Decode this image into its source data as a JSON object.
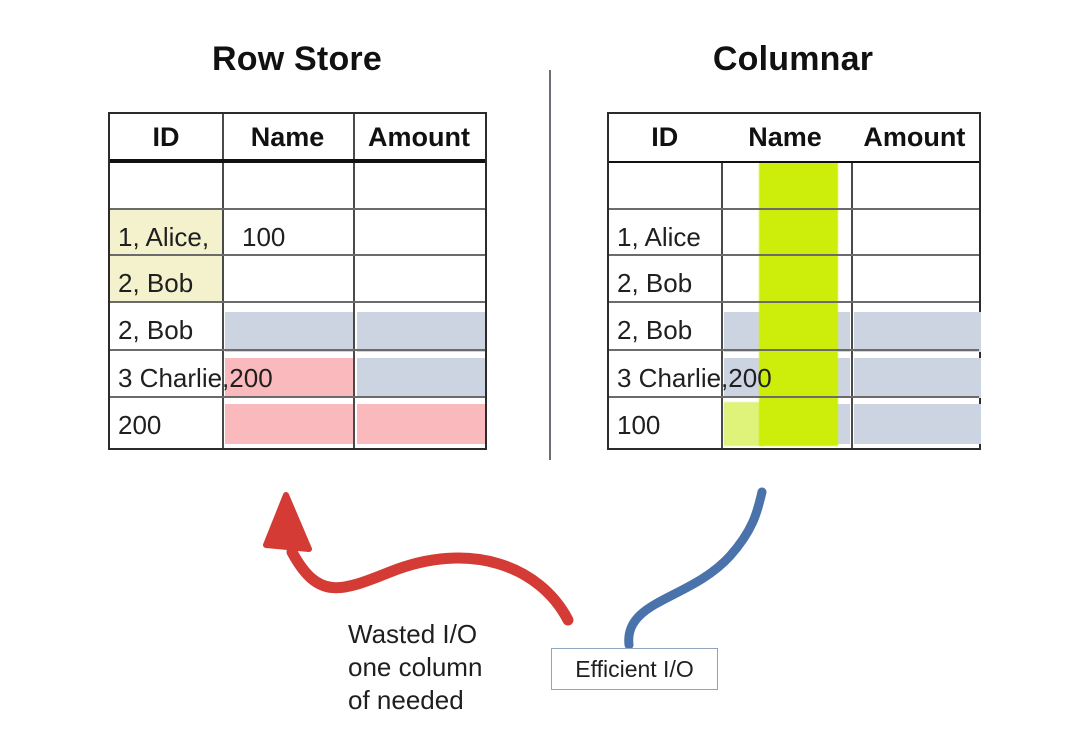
{
  "panels": {
    "left": {
      "title": "Row Store",
      "columns": [
        "ID",
        "Name",
        "Amount"
      ],
      "rows": [
        {
          "id": "",
          "name": "",
          "amount": ""
        },
        {
          "id": "1, Alice,",
          "name": "100",
          "amount": ""
        },
        {
          "id": "2, Bob",
          "name": "",
          "amount": ""
        },
        {
          "id": "2, Bob",
          "name": "",
          "amount": ""
        },
        {
          "id": "3 Charlie,200",
          "name": "",
          "amount": ""
        },
        {
          "id": "200",
          "name": "",
          "amount": ""
        }
      ]
    },
    "right": {
      "title": "Columnar",
      "columns": [
        "ID",
        "Name",
        "Amount"
      ],
      "rows": [
        {
          "id": "",
          "name": "",
          "amount": ""
        },
        {
          "id": "1, Alice",
          "name": "",
          "amount": ""
        },
        {
          "id": "2, Bob",
          "name": "",
          "amount": ""
        },
        {
          "id": "2, Bob",
          "name": "",
          "amount": ""
        },
        {
          "id": "3 Charlie,200",
          "name": "",
          "amount": ""
        },
        {
          "id": "100",
          "name": "",
          "amount": ""
        }
      ]
    }
  },
  "annotations": {
    "wasted_io": "Wasted I/O\none column\nof needed",
    "efficient_io": "Efficient I/O"
  },
  "colors": {
    "yellow_highlight": "#f4f2cd",
    "green_highlight": "#ccee0a",
    "green_highlight_light": "#dff27a",
    "blue_gray_highlight": "#ccd4e2",
    "pink_highlight": "#fab9bd",
    "red_arrow": "#d33b34",
    "blue_arrow": "#4a72ab",
    "table_border": "#2b2b2b",
    "divider": "#6a6f76",
    "box_border": "#8fa4bd",
    "text": "#1f1f1f"
  },
  "icons": {
    "wasted_arrow": "curved-arrow-up-left-icon",
    "efficient_connector": "curved-connector-icon"
  }
}
